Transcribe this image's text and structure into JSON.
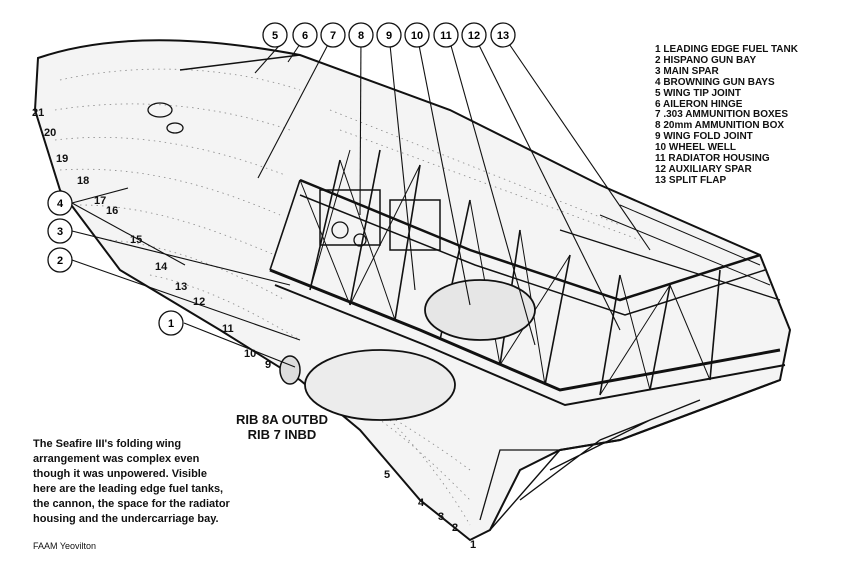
{
  "legend": [
    "1 LEADING EDGE FUEL TANK",
    "2 HISPANO GUN BAY",
    "3 MAIN SPAR",
    "4 BROWNING GUN BAYS",
    "5 WING TIP JOINT",
    "6 AILERON HINGE",
    "7 .303 AMMUNITION BOXES",
    "8 20mm AMMUNITION BOX",
    "9 WING FOLD JOINT",
    "10 WHEEL WELL",
    "11 RADIATOR HOUSING",
    "12 AUXILIARY SPAR",
    "13 SPLIT FLAP"
  ],
  "callouts": [
    "1",
    "2",
    "3",
    "4",
    "5",
    "6",
    "7",
    "8",
    "9",
    "10",
    "11",
    "12",
    "13"
  ],
  "stations_outer": [
    "21",
    "20",
    "19",
    "18",
    "17",
    "16",
    "15",
    "14",
    "13",
    "12",
    "11",
    "10",
    "9"
  ],
  "stations_inner": [
    "5",
    "4",
    "3",
    "2",
    "1"
  ],
  "rib_label": {
    "line1": "RIB 8A OUTBD",
    "line2": "RIB 7 INBD"
  },
  "caption": "The Seafire III's folding wing arrangement was complex even though it was unpowered. Visible here are the leading edge fuel tanks, the cannon, the space for the radiator housing and the undercarriage bay.",
  "credit": "FAAM Yeovilton"
}
